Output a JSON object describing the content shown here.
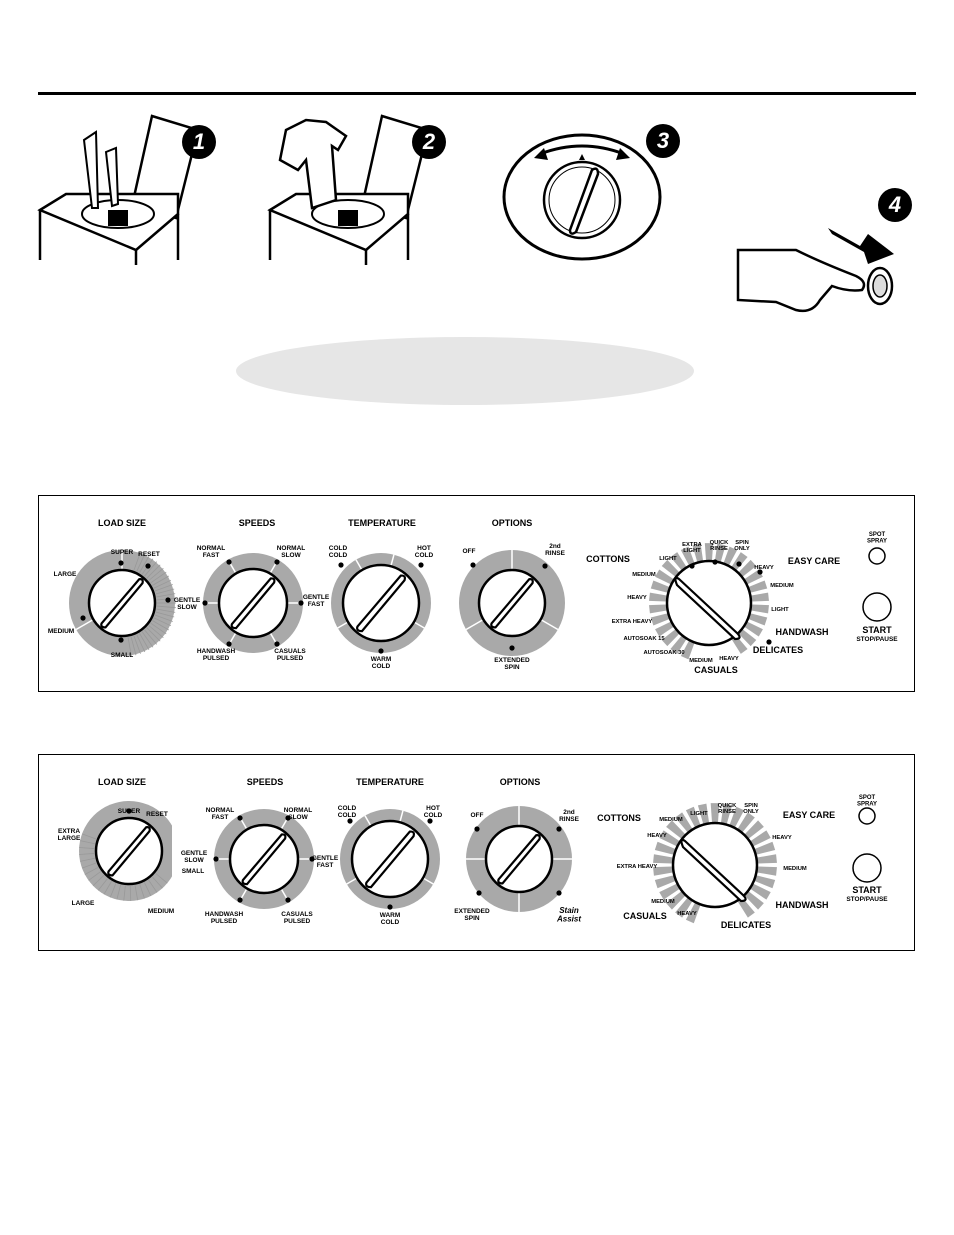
{
  "steps": [
    {
      "number": "1",
      "icon": "detergent-pour-icon"
    },
    {
      "number": "2",
      "icon": "add-clothes-icon"
    },
    {
      "number": "3",
      "icon": "turn-dial-icon"
    },
    {
      "number": "4",
      "icon": "press-button-icon"
    }
  ],
  "panels": [
    {
      "load_size": {
        "title": "LOAD SIZE",
        "options": [
          "SUPER",
          "RESET",
          "LARGE",
          "GENTLE\nSLOW",
          "MEDIUM",
          "SMALL"
        ]
      },
      "speeds": {
        "title": "SPEEDS",
        "options": [
          "NORMAL\nFAST",
          "NORMAL\nSLOW",
          "GENTLE\nFAST",
          "GENTLE\nSLOW",
          "HANDWASH\nPULSED",
          "CASUALS\nPULSED"
        ]
      },
      "temperature": {
        "title": "TEMPERATURE",
        "options": [
          "COLD\nCOLD",
          "HOT\nCOLD",
          "WARM\nCOLD"
        ]
      },
      "options": {
        "title": "OPTIONS",
        "options": [
          "OFF",
          "2nd\nRINSE",
          "EXTENDED\nSPIN"
        ]
      },
      "cycle": {
        "groups": [
          "COTTONS",
          "EASY CARE",
          "HANDWASH",
          "DELICATES",
          "CASUALS"
        ],
        "labels": [
          "LIGHT",
          "EXTRA\nLIGHT",
          "QUICK\nRINSE",
          "SPIN\nONLY",
          "HEAVY",
          "MEDIUM",
          "LIGHT",
          "MEDIUM",
          "HEAVY",
          "EXTRA HEAVY",
          "AUTOSOAK 15",
          "AUTOSOAK 30",
          "MEDIUM",
          "HEAVY"
        ]
      },
      "spot_spray": "SPOT\nSPRAY",
      "start": "START",
      "stop_pause": "STOP/PAUSE"
    },
    {
      "load_size": {
        "title": "LOAD SIZE",
        "options": [
          "SUPER",
          "RESET",
          "EXTRA\nLARGE",
          "SMALL",
          "LARGE",
          "MEDIUM"
        ]
      },
      "speeds": {
        "title": "SPEEDS",
        "options": [
          "NORMAL\nFAST",
          "NORMAL\nSLOW",
          "GENTLE\nSLOW",
          "GENTLE\nFAST",
          "HANDWASH\nPULSED",
          "CASUALS\nPULSED"
        ]
      },
      "temperature": {
        "title": "TEMPERATURE",
        "options": [
          "COLD\nCOLD",
          "HOT\nCOLD",
          "WARM\nCOLD"
        ]
      },
      "options": {
        "title": "OPTIONS",
        "options": [
          "OFF",
          "2nd\nRINSE",
          "EXTENDED\nSPIN",
          "Stain\nAssist"
        ]
      },
      "cycle": {
        "groups": [
          "COTTONS",
          "EASY CARE",
          "HANDWASH",
          "DELICATES",
          "CASUALS"
        ],
        "labels": [
          "MEDIUM",
          "LIGHT",
          "QUICK\nRINSE",
          "SPIN\nONLY",
          "HEAVY",
          "HEAVY",
          "MEDIUM",
          "EXTRA HEAVY",
          "MEDIUM",
          "HEAVY"
        ]
      },
      "spot_spray": "SPOT\nSPRAY",
      "start": "START",
      "stop_pause": "STOP/PAUSE"
    }
  ]
}
